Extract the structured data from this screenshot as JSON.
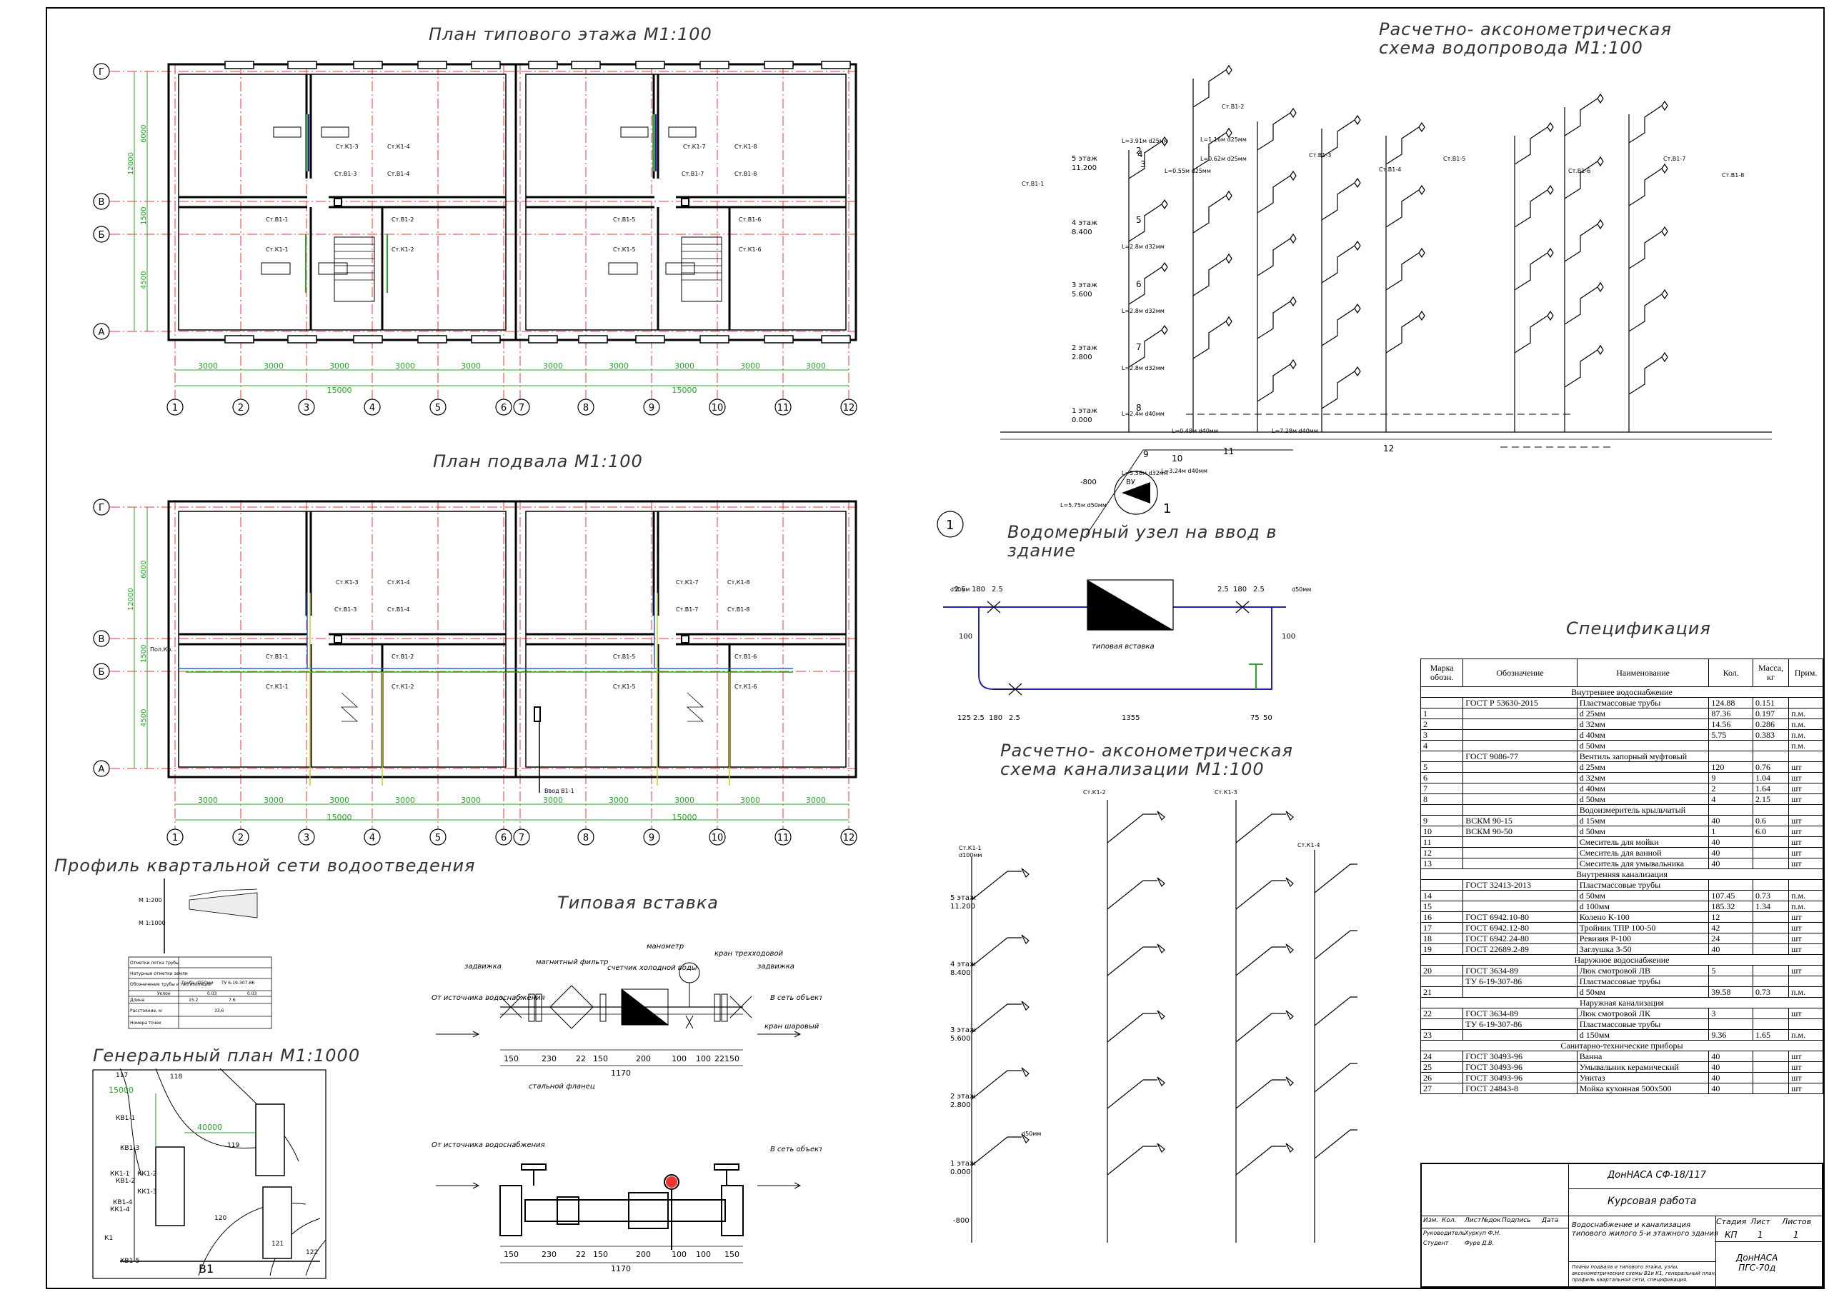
{
  "titles": {
    "floor_plan": "План типового этажа М1:100",
    "basement_plan": "План подвала М1:100",
    "water_axon": "Расчетно- аксонометрическая\nсхема водопровода М1:100",
    "meter_node": "Водомерный узел на ввод в\nздание",
    "sewer_axon": "Расчетно- аксонометрическая\nсхема канализации М1:100",
    "profile": "Профиль квартальной сети водоотведения",
    "typical_insert": "Типовая вставка",
    "general_plan": "Генеральный план М1:1000",
    "spec": "Спецификация"
  },
  "axes": {
    "rows": [
      "Г",
      "В",
      "Б",
      "А"
    ],
    "cols": [
      "1",
      "2",
      "3",
      "4",
      "5",
      "6",
      "7",
      "8",
      "9",
      "10",
      "11",
      "12"
    ],
    "dims_v": [
      "6000",
      "1500",
      "4500",
      "12000"
    ],
    "dims_h": [
      "3000",
      "3000",
      "3000",
      "3000",
      "3000",
      "3000",
      "3000",
      "3000",
      "3000",
      "3000"
    ],
    "dims_total": [
      "15000",
      "15000"
    ]
  },
  "floor_labels": [
    "Ст.К1-3",
    "Ст.К1-4",
    "Ст.В1-3",
    "Ст.В1-4",
    "Ст.К1-7",
    "Ст.К1-8",
    "Ст.В1-7",
    "Ст.В1-8",
    "Ст.В1-1",
    "Ст.В1-2",
    "Ст.К1-1",
    "Ст.К1-2",
    "Ст.В1-5",
    "Ст.В1-6",
    "Ст.К1-5",
    "Ст.К1-6"
  ],
  "basement_labels": [
    "Ст.К1-3",
    "Ст.К1-4",
    "Ст.В1-3",
    "Ст.В1-4",
    "Ст.К1-7",
    "Ст.К1-8",
    "Ст.В1-7",
    "Ст.В1-8",
    "Ст.В1-1",
    "Ст.В1-2",
    "Ст.К1-1",
    "Ст.К1-2",
    "Ст.В1-5",
    "Ст.В1-6",
    "Ст.К1-5",
    "Ст.К1-6",
    "Пол.Кр.",
    "Ввод В1-1"
  ],
  "water_axon": {
    "floors": [
      "5 этаж",
      "4 этаж",
      "3 этаж",
      "2 этаж",
      "1 этаж"
    ],
    "levels": [
      "11.200",
      "8.400",
      "5.600",
      "2.800",
      "0.000",
      "-800"
    ],
    "risers": [
      "Ст.В1-1",
      "Ст.В1-2",
      "Ст.В1-3",
      "Ст.В1-4",
      "Ст.В1-5",
      "Ст.В1-6",
      "Ст.В1-7",
      "Ст.В1-8"
    ],
    "segments": [
      "L=3.91м d25мм",
      "L=1.16м d25мм",
      "L=0.62м d25мм",
      "L=0.55м d25мм",
      "L=2.8м d32мм",
      "L=2.8м d32мм",
      "L=2.8м d32мм",
      "L=2.4м d40мм",
      "L=0.48м d40мм",
      "L=7.28м d40мм",
      "L=5.56м d32мм",
      "L=3.24м d40мм",
      "L=5.75м d50мм"
    ],
    "nodes": [
      "1",
      "2",
      "3",
      "4",
      "5",
      "6",
      "7",
      "8",
      "9",
      "10",
      "11",
      "12"
    ],
    "meter": "ВУ"
  },
  "meter_node": {
    "marker": "1",
    "dims_top": [
      "2.5",
      "180",
      "2.5",
      "2.5",
      "180",
      "2.5"
    ],
    "dims_bottom": [
      "125",
      "2.5",
      "180",
      "2.5",
      "1355",
      "75",
      "50"
    ],
    "side": [
      "100",
      "100"
    ],
    "pipe": [
      "d50мм",
      "d50мм"
    ],
    "label": "типовая вставка"
  },
  "sewer_axon": {
    "floors": [
      "5 этаж",
      "4 этаж",
      "3 этаж",
      "2 этаж",
      "1 этаж"
    ],
    "levels": [
      "11.200",
      "8.400",
      "5.600",
      "2.800",
      "0.000",
      "-800"
    ],
    "risers": [
      "Ст.К1-1",
      "Ст.К1-2",
      "Ст.К1-3",
      "Ст.К1-4"
    ],
    "dia": [
      "d100мм",
      "d50мм"
    ]
  },
  "typical_insert": {
    "labels": [
      "манометр",
      "магнитный фильтр",
      "кран трехходовой",
      "задвижка",
      "счетчик холодной воды",
      "задвижка",
      "От источника водоснабжения",
      "В сеть объекта",
      "кран шаровый",
      "стальной фланец",
      "От источника водоснабжения",
      "В сеть объекта"
    ],
    "dims": [
      "150",
      "230",
      "22",
      "150",
      "200",
      "100",
      "100",
      "22",
      "150",
      "1170"
    ],
    "dims2": [
      "150",
      "230",
      "22",
      "150",
      "200",
      "100",
      "100",
      "150",
      "1170"
    ]
  },
  "profile": {
    "scales": [
      "М 1:200",
      "М 1:1000"
    ],
    "rows": [
      "Отметки лотка трубы",
      "Натурные отметки земли",
      "Обозначение трубы и тип изоляции",
      "Уклон",
      "Длина",
      "Расстояние, м",
      "Номера точек"
    ],
    "vals": [
      "Труба d150мм",
      "ТУ 6-19-307-86",
      "0.03",
      "0.03",
      "15.2",
      "7.6",
      "33.6"
    ]
  },
  "general_plan": {
    "dims": [
      "15000",
      "40000"
    ],
    "contours": [
      "117",
      "118",
      "119",
      "120",
      "121",
      "122"
    ],
    "wells": [
      "КВ1-1",
      "КВ1-2",
      "КВ1-3",
      "КВ1-4",
      "КВ1-5",
      "КК1-1",
      "КК1-2",
      "КК1-3",
      "КК1-4"
    ],
    "line": "В1",
    "k": "К1"
  },
  "spec_table": {
    "headers": [
      "Марка обозн.",
      "Обозначение",
      "Наименование",
      "Кол.",
      "Масса, кг",
      "Прим."
    ],
    "rows": [
      {
        "sec": "Внутреннее водоснабжение"
      },
      {
        "c": [
          "",
          "ГОСТ Р 53630-2015",
          "Пластмассовые трубы",
          "124.88",
          "0.151",
          ""
        ]
      },
      {
        "c": [
          "1",
          "",
          "d 25мм",
          "87.36",
          "0.197",
          "п.м."
        ]
      },
      {
        "c": [
          "2",
          "",
          "d 32мм",
          "14.56",
          "0.286",
          "п.м."
        ]
      },
      {
        "c": [
          "3",
          "",
          "d 40мм",
          "5.75",
          "0.383",
          "п.м."
        ]
      },
      {
        "c": [
          "4",
          "",
          "d 50мм",
          "",
          "",
          "п.м."
        ]
      },
      {
        "c": [
          "",
          "ГОСТ 9086-77",
          "Вентиль запорный муфтовый",
          "",
          "",
          ""
        ]
      },
      {
        "c": [
          "5",
          "",
          "d 25мм",
          "120",
          "0.76",
          "шт"
        ]
      },
      {
        "c": [
          "6",
          "",
          "d 32мм",
          "9",
          "1.04",
          "шт"
        ]
      },
      {
        "c": [
          "7",
          "",
          "d 40мм",
          "2",
          "1.64",
          "шт"
        ]
      },
      {
        "c": [
          "8",
          "",
          "d 50мм",
          "4",
          "2.15",
          "шт"
        ]
      },
      {
        "c": [
          "",
          "",
          "Водоизмеритель крыльчатый",
          "",
          "",
          ""
        ]
      },
      {
        "c": [
          "9",
          "ВСКМ 90-15",
          "d 15мм",
          "40",
          "0.6",
          "шт"
        ]
      },
      {
        "c": [
          "10",
          "ВСКМ 90-50",
          "d 50мм",
          "1",
          "6.0",
          "шт"
        ]
      },
      {
        "c": [
          "11",
          "",
          "Смеситель для мойки",
          "40",
          "",
          "шт"
        ]
      },
      {
        "c": [
          "12",
          "",
          "Смеситель для ванной",
          "40",
          "",
          "шт"
        ]
      },
      {
        "c": [
          "13",
          "",
          "Смеситель для умывальника",
          "40",
          "",
          "шт"
        ]
      },
      {
        "sec": "Внутренняя канализация"
      },
      {
        "c": [
          "",
          "ГОСТ 32413-2013",
          "Пластмассовые трубы",
          "",
          "",
          ""
        ]
      },
      {
        "c": [
          "14",
          "",
          "d 50мм",
          "107.45",
          "0.73",
          "п.м."
        ]
      },
      {
        "c": [
          "15",
          "",
          "d 100мм",
          "185.32",
          "1.34",
          "п.м."
        ]
      },
      {
        "c": [
          "16",
          "ГОСТ 6942.10-80",
          "Колено К-100",
          "12",
          "",
          "шт"
        ]
      },
      {
        "c": [
          "17",
          "ГОСТ 6942.12-80",
          "Тройник ТПР 100-50",
          "42",
          "",
          "шт"
        ]
      },
      {
        "c": [
          "18",
          "ГОСТ 6942.24-80",
          "Ревизия Р-100",
          "24",
          "",
          "шт"
        ]
      },
      {
        "c": [
          "19",
          "ГОСТ 22689.2-89",
          "Заглушка З-50",
          "40",
          "",
          "шт"
        ]
      },
      {
        "sec": "Наружное водоснабжение"
      },
      {
        "c": [
          "20",
          "ГОСТ 3634-89",
          "Люк смотровой ЛВ",
          "5",
          "",
          "шт"
        ]
      },
      {
        "c": [
          "",
          "ТУ 6-19-307-86",
          "Пластмассовые трубы",
          "",
          "",
          ""
        ]
      },
      {
        "c": [
          "21",
          "",
          "d 50мм",
          "39.58",
          "0.73",
          "п.м."
        ]
      },
      {
        "sec": "Наружная канализация"
      },
      {
        "c": [
          "22",
          "ГОСТ 3634-89",
          "Люк смотровой ЛК",
          "3",
          "",
          "шт"
        ]
      },
      {
        "c": [
          "",
          "ТУ 6-19-307-86",
          "Пластмассовые трубы",
          "",
          "",
          ""
        ]
      },
      {
        "c": [
          "23",
          "",
          "d 150мм",
          "9.36",
          "1.65",
          "п.м."
        ]
      },
      {
        "sec": "Санитарно-технические приборы"
      },
      {
        "c": [
          "24",
          "ГОСТ 30493-96",
          "Ванна",
          "40",
          "",
          "шт"
        ]
      },
      {
        "c": [
          "25",
          "ГОСТ 30493-96",
          "Умывальник керамический",
          "40",
          "",
          "шт"
        ]
      },
      {
        "c": [
          "26",
          "ГОСТ 30493-96",
          "Унитаз",
          "40",
          "",
          "шт"
        ]
      },
      {
        "c": [
          "27",
          "ГОСТ 24843-8",
          "Мойка кухонная 500х500",
          "40",
          "",
          "шт"
        ]
      }
    ]
  },
  "stamp": {
    "code": "ДонНАСА СФ-18/117",
    "work": "Курсовая работа",
    "cols": [
      "Изм.",
      "Кол.",
      "Лист",
      "№док",
      "Подпись",
      "Дата"
    ],
    "role1": "Руководитель",
    "name1": "Хуркуп Ф.Н.",
    "role2": "Студент",
    "name2": "Фуре Д.В.",
    "subject": "Водоснабжение и канализация\nтипового жилого 5-и этажного здания",
    "stage_h": [
      "Стадия",
      "Лист",
      "Листов"
    ],
    "stage_v": [
      "КП",
      "1",
      "1"
    ],
    "contents": "Планы подвала и типового этажа, узлы,\nаксонометрические схемы В1и К1, генеральный план,\nпрофиль квартальной сети, спецификация.",
    "org": "ДонНАСА\nПГС-70д"
  }
}
